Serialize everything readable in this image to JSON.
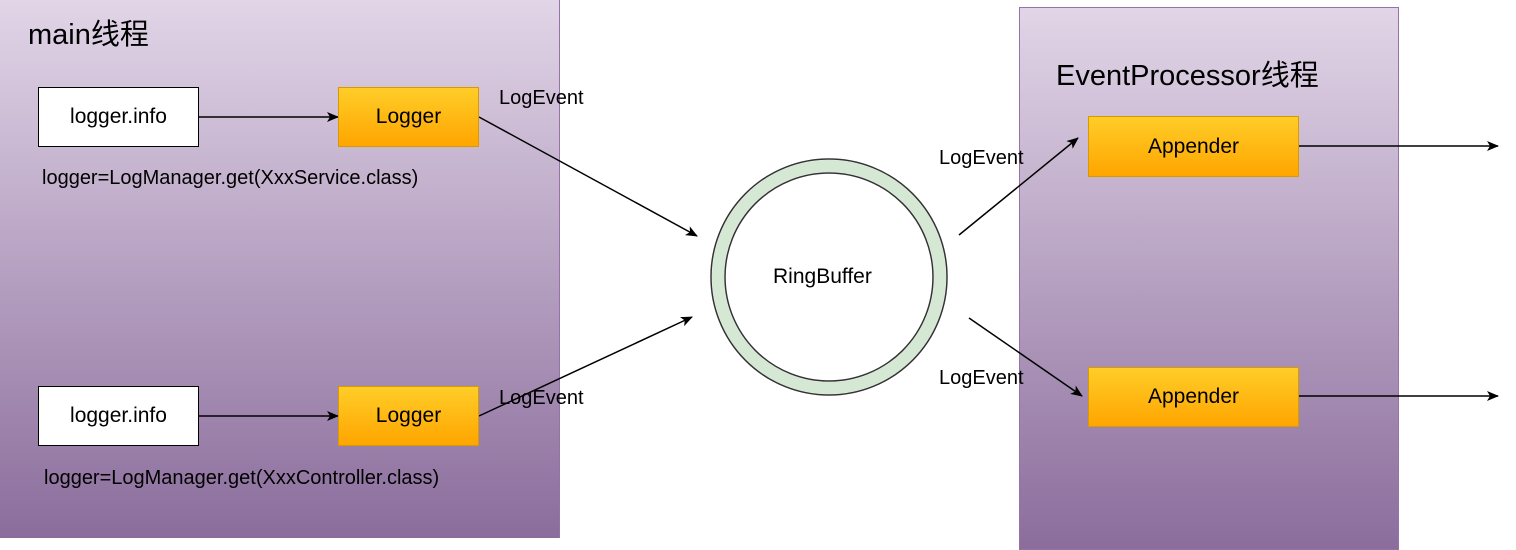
{
  "lanes": {
    "main": {
      "title": "main线程"
    },
    "event_processor": {
      "title": "EventProcessor线程"
    }
  },
  "nodes": {
    "logger_info_1": "logger.info",
    "logger_info_2": "logger.info",
    "logger_1": "Logger",
    "logger_2": "Logger",
    "ring_buffer": "RingBuffer",
    "appender_1": "Appender",
    "appender_2": "Appender"
  },
  "captions": {
    "logger_def_1": "logger=LogManager.get(XxxService.class)",
    "logger_def_2": "logger=LogManager.get(XxxController.class)"
  },
  "edge_labels": {
    "to_ring_top": "LogEvent",
    "to_ring_bottom": "LogEvent",
    "to_appender_top": "LogEvent",
    "to_appender_bottom": "LogEvent"
  },
  "colors": {
    "lane_gradient_top": "#e1d5e7",
    "lane_gradient_bottom": "#8b6d9c",
    "lane_border": "#9673a6",
    "orange_top": "#ffcd28",
    "orange_bottom": "#ffa500",
    "orange_border": "#d79b00",
    "ring_fill": "#d5e8d4",
    "ring_stroke": "#333333"
  }
}
